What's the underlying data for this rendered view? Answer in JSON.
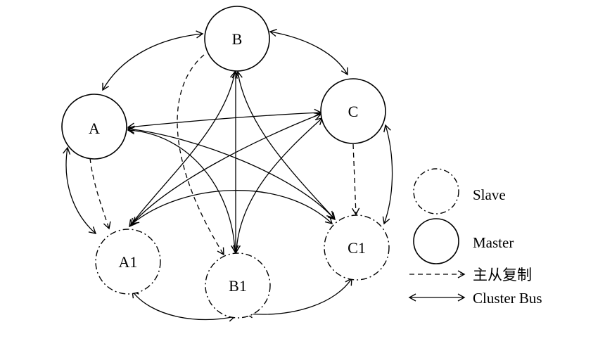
{
  "diagram": {
    "nodes": [
      {
        "id": "B",
        "label": "B",
        "role": "master"
      },
      {
        "id": "A",
        "label": "A",
        "role": "master"
      },
      {
        "id": "C",
        "label": "C",
        "role": "master"
      },
      {
        "id": "A1",
        "label": "A1",
        "role": "slave"
      },
      {
        "id": "B1",
        "label": "B1",
        "role": "slave"
      },
      {
        "id": "C1",
        "label": "C1",
        "role": "slave"
      }
    ],
    "replication_edges": [
      {
        "from": "A",
        "to": "A1"
      },
      {
        "from": "B",
        "to": "B1"
      },
      {
        "from": "C",
        "to": "C1"
      }
    ],
    "cluster_bus_edges": [
      {
        "a": "A",
        "b": "B"
      },
      {
        "a": "B",
        "b": "C"
      },
      {
        "a": "A",
        "b": "C"
      },
      {
        "a": "A",
        "b": "A1"
      },
      {
        "a": "A",
        "b": "B1"
      },
      {
        "a": "A",
        "b": "C1"
      },
      {
        "a": "B",
        "b": "A1"
      },
      {
        "a": "B",
        "b": "B1"
      },
      {
        "a": "B",
        "b": "C1"
      },
      {
        "a": "C",
        "b": "A1"
      },
      {
        "a": "C",
        "b": "B1"
      },
      {
        "a": "C",
        "b": "C1"
      },
      {
        "a": "A1",
        "b": "B1"
      },
      {
        "a": "B1",
        "b": "C1"
      },
      {
        "a": "A1",
        "b": "C1"
      }
    ]
  },
  "legend": {
    "slave_label": "Slave",
    "master_label": "Master",
    "replication_label": "主从复制",
    "cluster_bus_label": "Cluster Bus"
  },
  "colors": {
    "stroke": "#000000",
    "background": "#ffffff"
  }
}
